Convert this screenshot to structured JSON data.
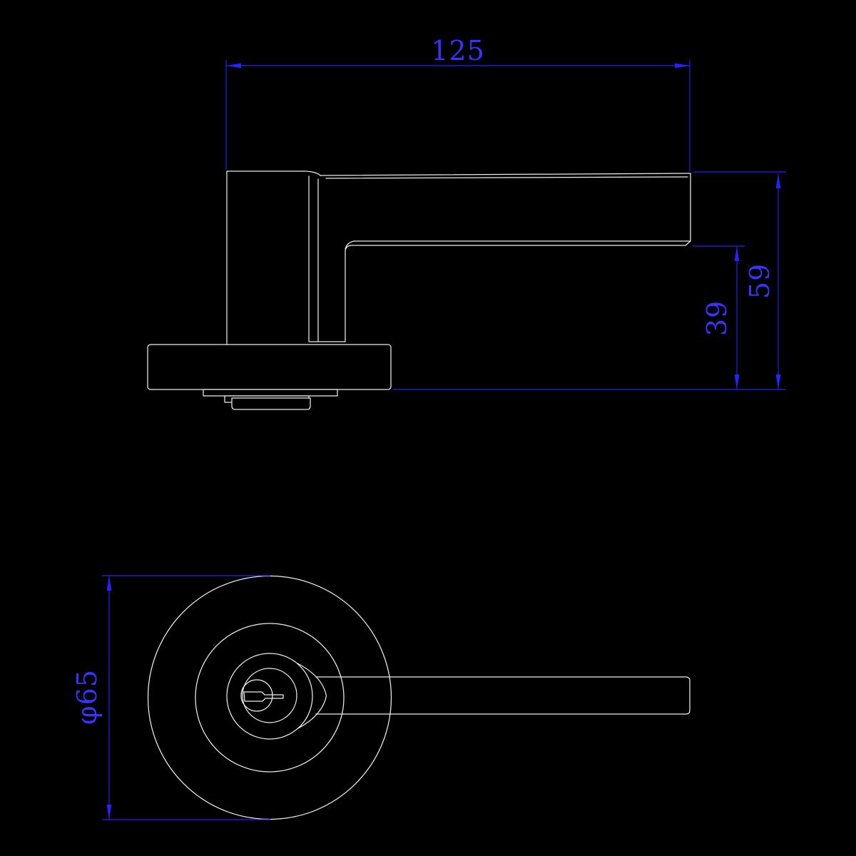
{
  "drawing": {
    "type": "technical-cad-drawing",
    "subject": "door-lever-handle-two-views",
    "colors": {
      "background": "#000000",
      "line": "#ececec",
      "dimension": "#2424ff"
    },
    "dimensions": {
      "lever_length": "125",
      "total_projection": "59",
      "clear_projection": "39",
      "rose_diameter": "φ65"
    }
  }
}
